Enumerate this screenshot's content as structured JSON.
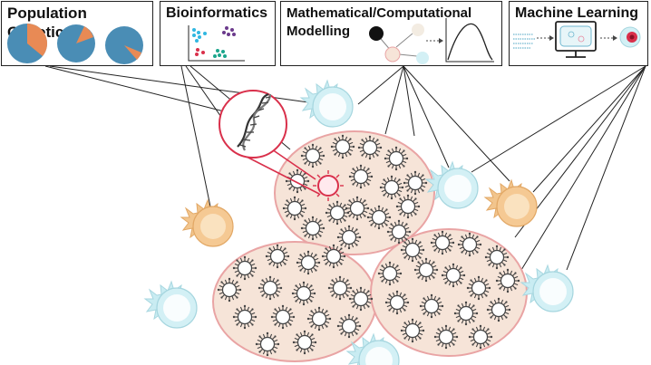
{
  "panels": {
    "population_genetics": {
      "title": "Population Genetics"
    },
    "bioinformatics": {
      "title": "Bioinformatics"
    },
    "modelling": {
      "title_line1": "Mathematical/Computational",
      "title_line2": "Modelling"
    },
    "machine_learning": {
      "title": "Machine Learning"
    }
  },
  "colors": {
    "pie_blue": "#4a8db5",
    "pie_orange": "#e88a55",
    "tumor_fill": "#f6e4d8",
    "tumor_edge": "#e9a4a4",
    "highlight_red": "#d9304b",
    "tcell_blue": "#c9ecf2",
    "tcell_orange": "#f2c58d",
    "line": "#222222"
  }
}
